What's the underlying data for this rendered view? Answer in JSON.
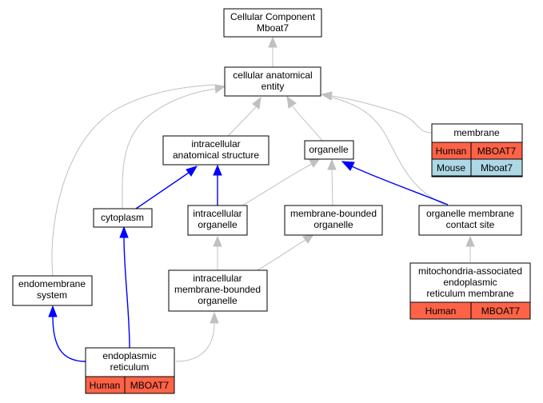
{
  "nodes": {
    "root": {
      "lines": [
        "Cellular Component",
        "Mboat7"
      ]
    },
    "cae": {
      "lines": [
        "cellular anatomical",
        "entity"
      ]
    },
    "ias": {
      "lines": [
        "intracellular",
        "anatomical structure"
      ]
    },
    "organelle": {
      "lines": [
        "organelle"
      ]
    },
    "membrane": {
      "lines": [
        "membrane"
      ]
    },
    "cytoplasm": {
      "lines": [
        "cytoplasm"
      ]
    },
    "io": {
      "lines": [
        "intracellular",
        "organelle"
      ]
    },
    "mbo": {
      "lines": [
        "membrane-bounded",
        "organelle"
      ]
    },
    "omcs": {
      "lines": [
        "organelle membrane",
        "contact site"
      ]
    },
    "imbo": {
      "lines": [
        "intracellular",
        "membrane-bounded",
        "organelle"
      ]
    },
    "mam": {
      "lines": [
        "mitochondria-associated",
        "endoplasmic",
        "reticulum membrane"
      ]
    },
    "es": {
      "lines": [
        "endomembrane",
        "system"
      ]
    },
    "er": {
      "lines": [
        "endoplasmic",
        "reticulum"
      ]
    }
  },
  "annotations": {
    "membrane": [
      {
        "species": "Human",
        "gene": "MBOAT7",
        "color": "#ff6347"
      },
      {
        "species": "Mouse",
        "gene": "Mboat7",
        "color": "#add8e6"
      }
    ],
    "mam": [
      {
        "species": "Human",
        "gene": "MBOAT7",
        "color": "#ff6347"
      }
    ],
    "er": [
      {
        "species": "Human",
        "gene": "MBOAT7",
        "color": "#ff6347"
      }
    ]
  },
  "edge_colors": {
    "is_a": "#c0c0c0",
    "part_of": "#0000ff"
  }
}
